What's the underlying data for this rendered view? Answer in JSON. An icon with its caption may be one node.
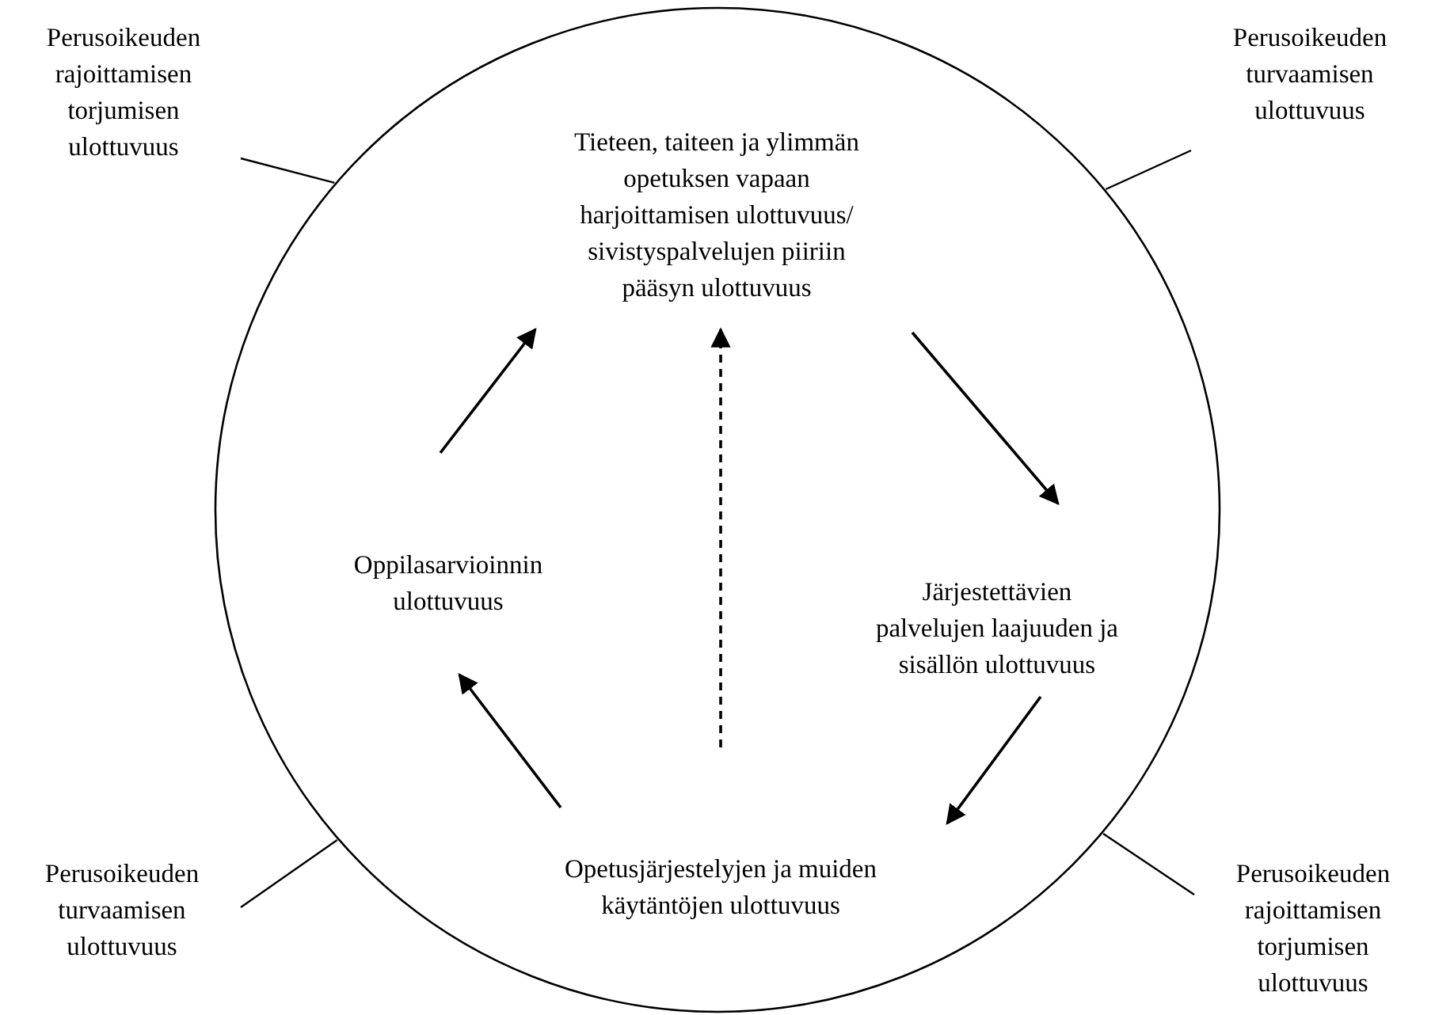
{
  "diagram": {
    "nodes": [
      {
        "text": [
          "Perusoikeuden rajoittamisen torjumisen ulottuvuus"
        ]
      },
      {
        "text": [
          "Perusoikeuden turvaamisen ulottuvuus"
        ]
      },
      {
        "text": [],
        "shape": "circle"
      },
      {
        "text": [
          "Tieteen, taiteen ja ylimmän opetuksen vapaan harjoittamisen ulottuvuus/ sivistyspalvelujen piiriin pääsyn ulottuvuus"
        ],
        "in": 2
      },
      {
        "text": [
          "Oppilasarvioinnin ulottuvuus"
        ],
        "in": 2
      },
      {
        "text": [
          "Järjestettävien palvelujen laajuuden ja sisällön ulottuvuus"
        ],
        "in": 2
      },
      {
        "text": [
          "Opetusjärjestelyjen ja muiden käytäntöjen ulottuvuus"
        ],
        "in": 2
      },
      {
        "text": [
          "Perusoikeuden turvaamisen ulottuvuus"
        ]
      },
      {
        "text": [
          "Perusoikeuden rajoittamisen torjumisen ulottuvuus"
        ]
      }
    ],
    "edges": [
      {
        "from": 0,
        "to": 2,
        "arrow": "none"
      },
      {
        "from": 1,
        "to": 2,
        "arrow": "none"
      },
      {
        "from": 7,
        "to": 2,
        "arrow": "none"
      },
      {
        "from": 8,
        "to": 2,
        "arrow": "none"
      },
      {
        "from": 3,
        "to": 5,
        "arrow": "to"
      },
      {
        "from": 5,
        "to": 6,
        "arrow": "to"
      },
      {
        "from": 6,
        "to": 4,
        "arrow": "to"
      },
      {
        "from": 4,
        "to": 3,
        "arrow": "to"
      },
      {
        "from": 6,
        "to": 3,
        "arrow": "to",
        "style": "dashed"
      }
    ]
  }
}
